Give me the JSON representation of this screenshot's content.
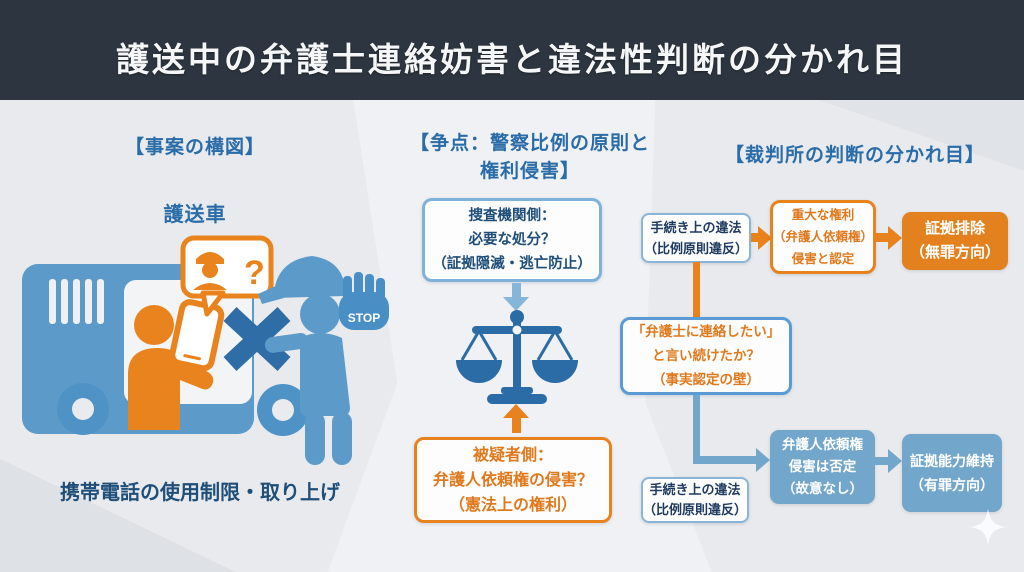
{
  "title": "護送中の弁護士連絡妨害と違法性判断の分かれ目",
  "colors": {
    "header_bg": "#2d3640",
    "accent_blue": "#5b9ac9",
    "dark_navy": "#1f4e79",
    "accent_orange": "#e8821c",
    "solid_blue_box": "#73a6cb",
    "solid_orange_box": "#e2811e",
    "background": "#e8eaed"
  },
  "left_panel": {
    "header": "【事案の構図】",
    "vehicle_label": "護送車",
    "caption": "携帯電話の使用制限・取り上げ",
    "stop_label": "STOP",
    "question_mark": "?",
    "icons": [
      "prison-van-icon",
      "suspect-icon",
      "smartphone-icon",
      "speech-bubble-icon",
      "police-bust-icon",
      "cross-mark-icon",
      "police-officer-icon",
      "stop-hand-icon"
    ]
  },
  "center_panel": {
    "header_line1": "【争点：警察比例の原則と",
    "header_line2": "権利侵害】",
    "investigator_box": {
      "lines": [
        "捜査機関側：",
        "必要な処分？",
        "（証拠隠滅・逃亡防止）"
      ]
    },
    "suspect_box": {
      "lines": [
        "被疑者側：",
        "弁護人依頼権の侵害？",
        "（憲法上の権利）"
      ]
    },
    "icons": [
      "balance-scale-icon",
      "down-arrow",
      "up-arrow"
    ]
  },
  "right_panel": {
    "header": "【裁判所の判断の分かれ目】",
    "violation_top_box": {
      "lines": [
        "手続き上の違法",
        "（比例原則違反）"
      ]
    },
    "serious_infringement_box": {
      "lines": [
        "重大な権利",
        "（弁護人依頼権）",
        "侵害と認定"
      ]
    },
    "evidence_excluded_box": {
      "lines": [
        "証拠排除",
        "（無罪方向）"
      ]
    },
    "question_box": {
      "lines": [
        "「弁護士に連絡したい」",
        "と言い続けたか？",
        "（事実認定の壁）"
      ]
    },
    "violation_bottom_box": {
      "lines": [
        "手続き上の違法",
        "（比例原則違反）"
      ]
    },
    "infringement_denied_box": {
      "lines": [
        "弁護人依頼権",
        "侵害は否定",
        "（故意なし）"
      ]
    },
    "evidence_admissible_box": {
      "lines": [
        "証拠能力維持",
        "（有罪方向）"
      ]
    }
  },
  "decor": {
    "sparkle": "four-point-sparkle-icon"
  }
}
